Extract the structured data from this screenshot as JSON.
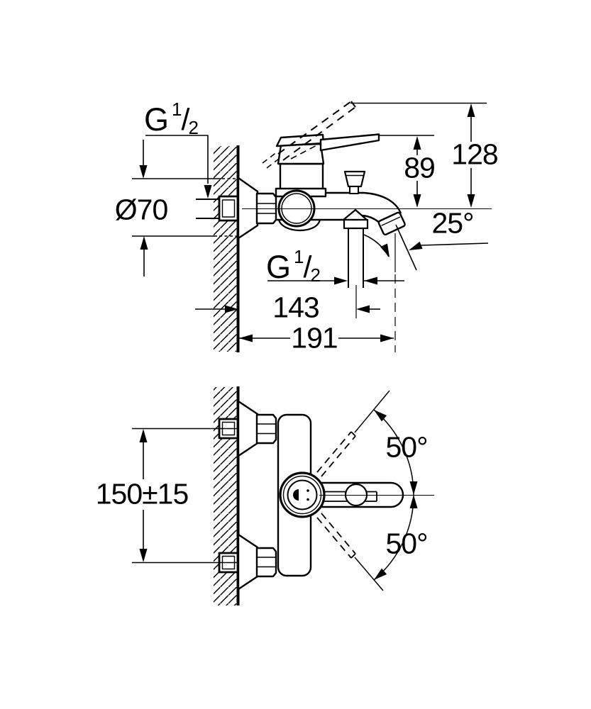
{
  "colors": {
    "background": "#ffffff",
    "line": "#000000"
  },
  "side_view": {
    "thread_inlet": {
      "base": "G",
      "sup": "1",
      "slash": "/",
      "sub": "2"
    },
    "escutcheon_diameter": "Ø70",
    "overall_height": "128",
    "lever_height": "89",
    "spout_angle": "25°",
    "thread_spout_outlet": {
      "base": "G",
      "sup": "1",
      "slash": "/",
      "sub": "2"
    },
    "outlet_distance": "143",
    "overall_projection": "191"
  },
  "plan_view": {
    "connection_spacing": "150±15",
    "lever_swing_up": "50°",
    "lever_swing_down": "50°"
  }
}
